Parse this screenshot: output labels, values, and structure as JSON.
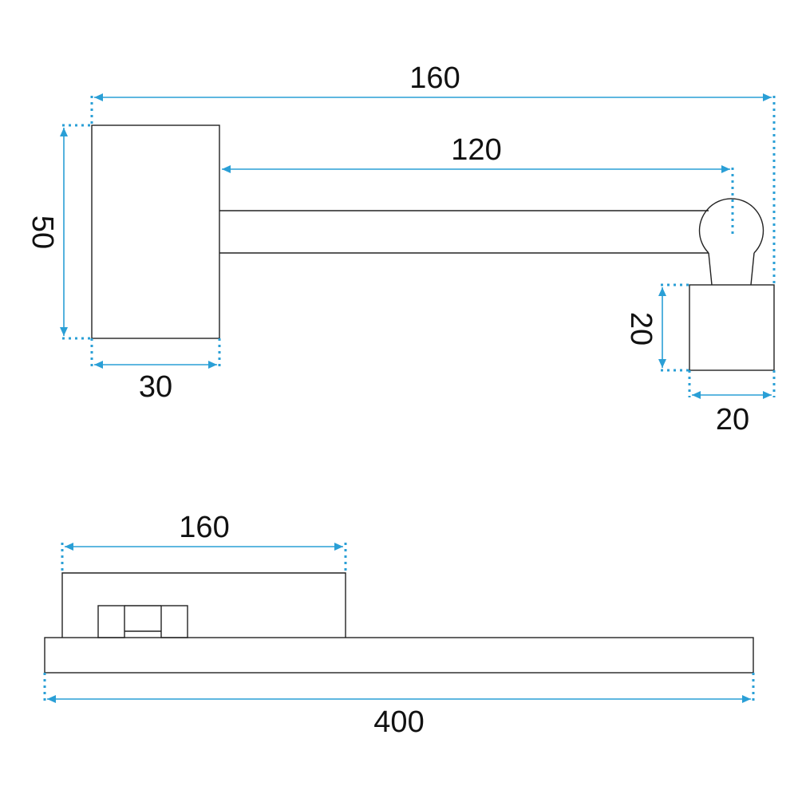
{
  "colors": {
    "dimension": "#2a9fd6",
    "outline": "#222222"
  },
  "top_view": {
    "dim_overall_width": "160",
    "dim_arm_length": "120",
    "dim_base_height": "50",
    "dim_base_width": "30",
    "dim_head_height": "20",
    "dim_head_width": "20"
  },
  "side_view": {
    "dim_fixture_length": "160",
    "dim_total_length": "400"
  }
}
